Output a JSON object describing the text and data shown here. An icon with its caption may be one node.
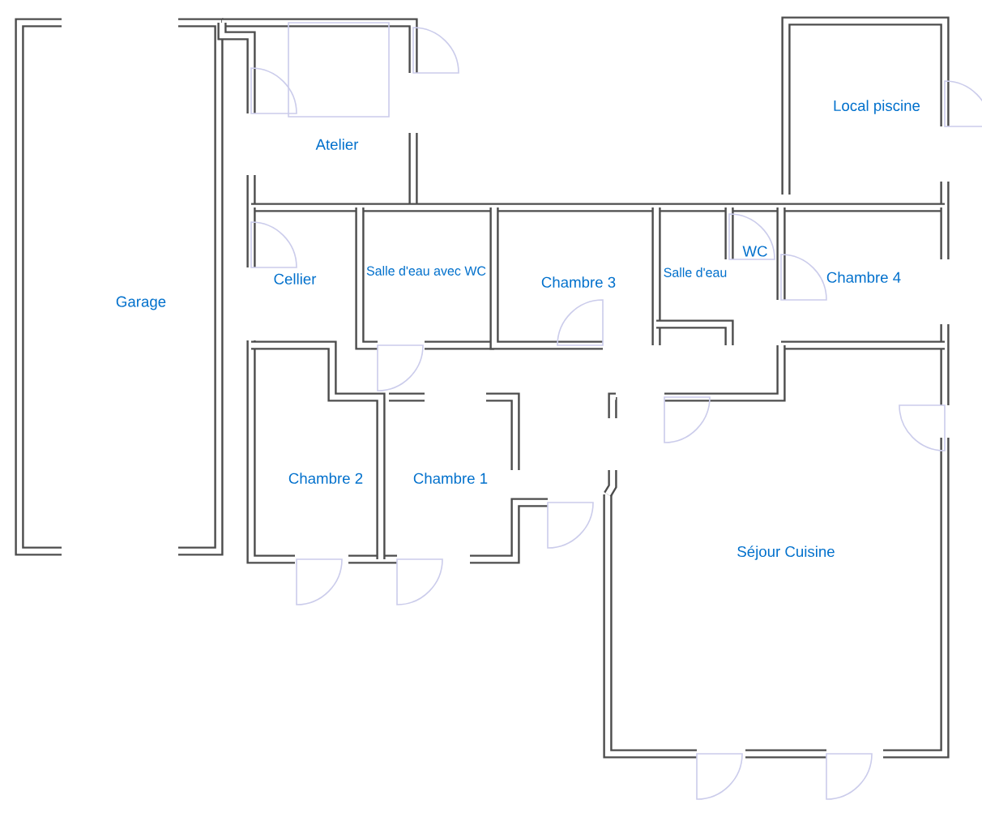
{
  "diagram": {
    "labels": [
      "Garage",
      "Atelier",
      "Local piscine",
      "Cellier",
      "Salle d'eau avec WC",
      "Chambre 3",
      "Salle d'eau",
      "WC",
      "Chambre 4",
      "Chambre 2",
      "Chambre 1",
      "Séjour Cuisine"
    ]
  }
}
